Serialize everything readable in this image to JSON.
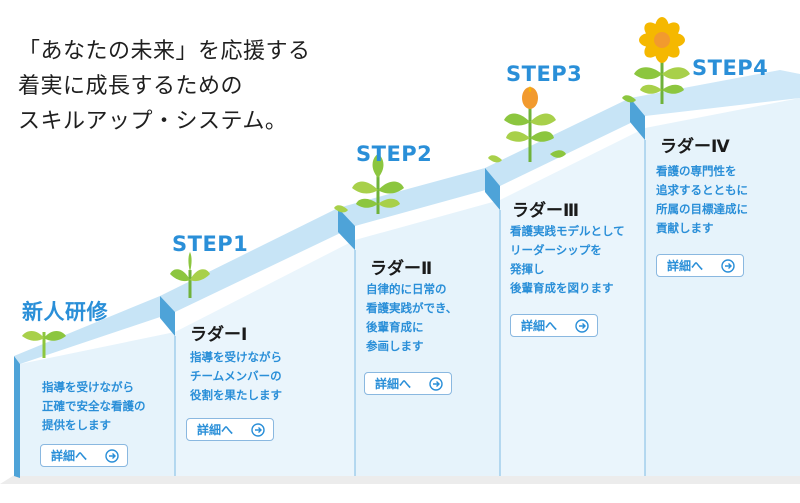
{
  "headline": {
    "lines": [
      "「あなたの未来」を応援する",
      "着実に成長するための",
      "スキルアップ・システム。"
    ]
  },
  "colors": {
    "step_label": "#2a8fd8",
    "stair_top": "#c7e4f6",
    "stair_front": "#e6f3fb",
    "stair_riser": "#4ea3d8",
    "button_border": "#8ab8e0",
    "leaf_green": "#8cc63f",
    "petal_yellow": "#f5b800"
  },
  "steps": [
    {
      "step_label": "新人研修",
      "title": "",
      "desc": [
        "指導を受けながら",
        "正確で安全な看護の",
        "提供をします"
      ],
      "button": "詳細へ",
      "plant": "sprout-icon"
    },
    {
      "step_label": "STEP1",
      "title": "ラダーⅠ",
      "desc": [
        "指導を受けながら",
        "チームメンバーの",
        "役割を果たします"
      ],
      "button": "詳細へ",
      "plant": "seedling-icon"
    },
    {
      "step_label": "STEP2",
      "title": "ラダーⅡ",
      "desc": [
        "自律的に日常の",
        "看護実践ができ、",
        "後輩育成に",
        "参画します"
      ],
      "button": "詳細へ",
      "plant": "young-plant-icon"
    },
    {
      "step_label": "STEP3",
      "title": "ラダーⅢ",
      "desc": [
        "看護実践モデルとして",
        "リーダーシップを",
        "発揮し",
        "後輩育成を図ります"
      ],
      "button": "詳細へ",
      "plant": "budding-plant-icon"
    },
    {
      "step_label": "STEP4",
      "title": "ラダーⅣ",
      "desc": [
        "看護の専門性を",
        "追求するとともに",
        "所属の目標達成に",
        "貢献します"
      ],
      "button": "詳細へ",
      "plant": "sunflower-icon"
    }
  ]
}
